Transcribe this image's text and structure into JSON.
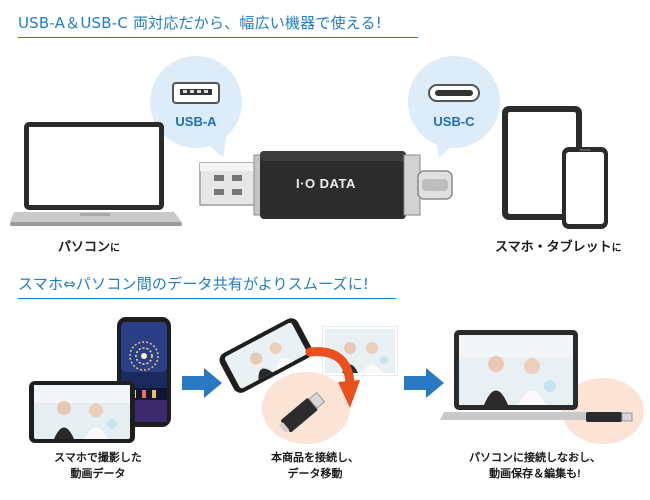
{
  "section1": {
    "heading": "USB-A＆USB-C 両対応だから、幅広い機器で使える!",
    "usb_a_label": "USB-A",
    "usb_c_label": "USB-C",
    "drive_brand": "I·O DATA",
    "pc_caption": {
      "main": "パソコン",
      "suffix": "に"
    },
    "phone_caption": {
      "main": "スマホ・タブレット",
      "suffix": "に"
    }
  },
  "section2": {
    "heading": "スマホ⇔パソコン間のデータ共有がよりスムーズに!",
    "step1": {
      "line1": "スマホで撮影した",
      "line2": "動画データ"
    },
    "step2": {
      "line1": "本商品を接続し、",
      "line2": "データ移動"
    },
    "step3": {
      "line1": "パソコンに接続しなおし、",
      "line2": "動画保存＆編集も!"
    }
  },
  "colors": {
    "accent": "#1f7fc4",
    "bubble": "#dcecf8",
    "arrow_blue": "#2a78c0",
    "arrow_orange": "#e8501e",
    "peach": "#fbe3d6"
  }
}
